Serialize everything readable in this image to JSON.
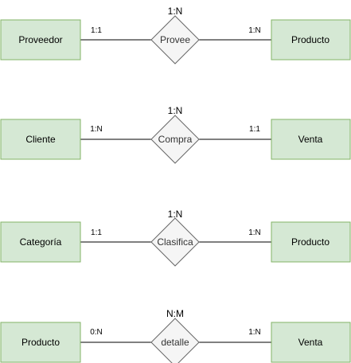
{
  "colors": {
    "entity_fill": "#d5e8d4",
    "entity_border": "#82b366",
    "relationship_fill": "#f5f5f5",
    "relationship_border": "#666666",
    "line": "#000000"
  },
  "rows": [
    {
      "left_entity": "Proveedor",
      "relationship": "Provee",
      "right_entity": "Producto",
      "relationship_type": "1:N",
      "left_cardinality": "1:1",
      "right_cardinality": "1:N"
    },
    {
      "left_entity": "Cliente",
      "relationship": "Compra",
      "right_entity": "Venta",
      "relationship_type": "1:N",
      "left_cardinality": "1:N",
      "right_cardinality": "1:1"
    },
    {
      "left_entity": "Categoría",
      "relationship": "Clasifica",
      "right_entity": "Producto",
      "relationship_type": "1:N",
      "left_cardinality": "1:1",
      "right_cardinality": "1:N"
    },
    {
      "left_entity": "Producto",
      "relationship": "detalle",
      "right_entity": "Venta",
      "relationship_type": "N:M",
      "left_cardinality": "0:N",
      "right_cardinality": "1:N"
    }
  ]
}
